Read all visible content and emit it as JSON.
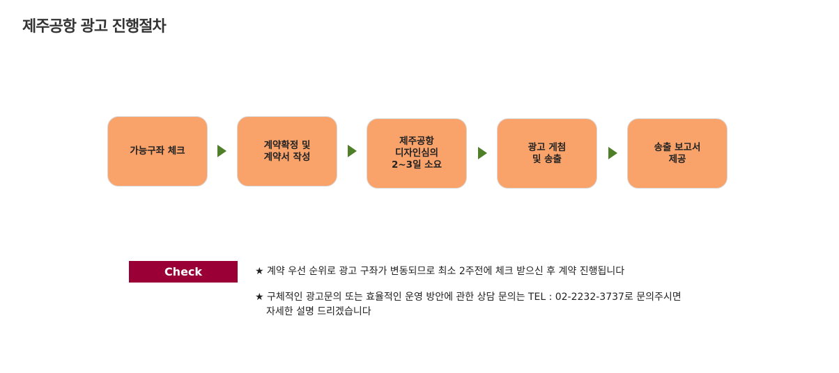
{
  "page": {
    "title": "제주공항 광고 진행절차"
  },
  "steps": [
    {
      "label": "가능구좌 체크"
    },
    {
      "label": "계약확정 및\n계약서 작성"
    },
    {
      "label": "제주공항\n디자인심의\n2~3일 소요"
    },
    {
      "label": "광고 게첨\n및 송출"
    },
    {
      "label": "송출 보고서\n제공"
    }
  ],
  "check": {
    "badge": "Check",
    "note1": "★ 계약 우선 순위로 광고 구좌가 변동되므로 최소 2주전에 체크 받으신 후 계약 진행됩니다",
    "note2": "★ 구체적인 광고문의 또는 효율적인 운영 방안에 관한 상담 문의는 TEL : 02-2232-3737로 문의주시면",
    "note2_cont": "자세한 설명 드리겠습니다"
  },
  "colors": {
    "step_fill": "#f9a36b",
    "arrow": "#4f7f28",
    "badge": "#9a0036"
  }
}
